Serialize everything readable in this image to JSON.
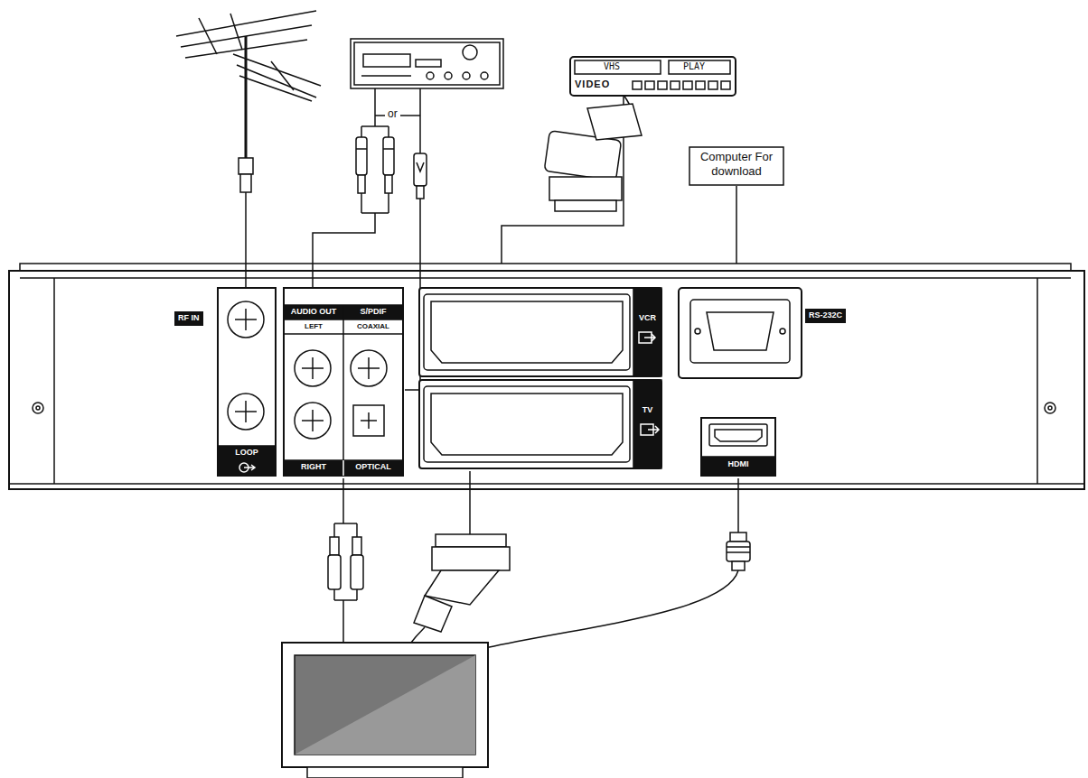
{
  "diagram": {
    "nodes": [
      {
        "text": [
          "Computer For download"
        ]
      },
      {
        "text": [
          "RS-232C"
        ]
      },
      {
        "text": [
          "VHS",
          "PLAY",
          "VIDEO"
        ]
      },
      {
        "text": [
          "VCR"
        ]
      },
      {
        "text": [
          "TV"
        ]
      },
      {
        "text": [
          "HDMI"
        ]
      },
      {
        "text": [
          "RF IN",
          "LOOP"
        ]
      },
      {
        "text": [
          "AUDIO OUT",
          "S/PDIF",
          "LEFT",
          "COAXIAL",
          "RIGHT",
          "OPTICAL"
        ]
      }
    ],
    "edges": [
      {
        "from": 0,
        "to": 1,
        "arrow": "none"
      },
      {
        "from": 2,
        "to": 3,
        "arrow": "none"
      }
    ],
    "labels": [
      "or"
    ]
  }
}
